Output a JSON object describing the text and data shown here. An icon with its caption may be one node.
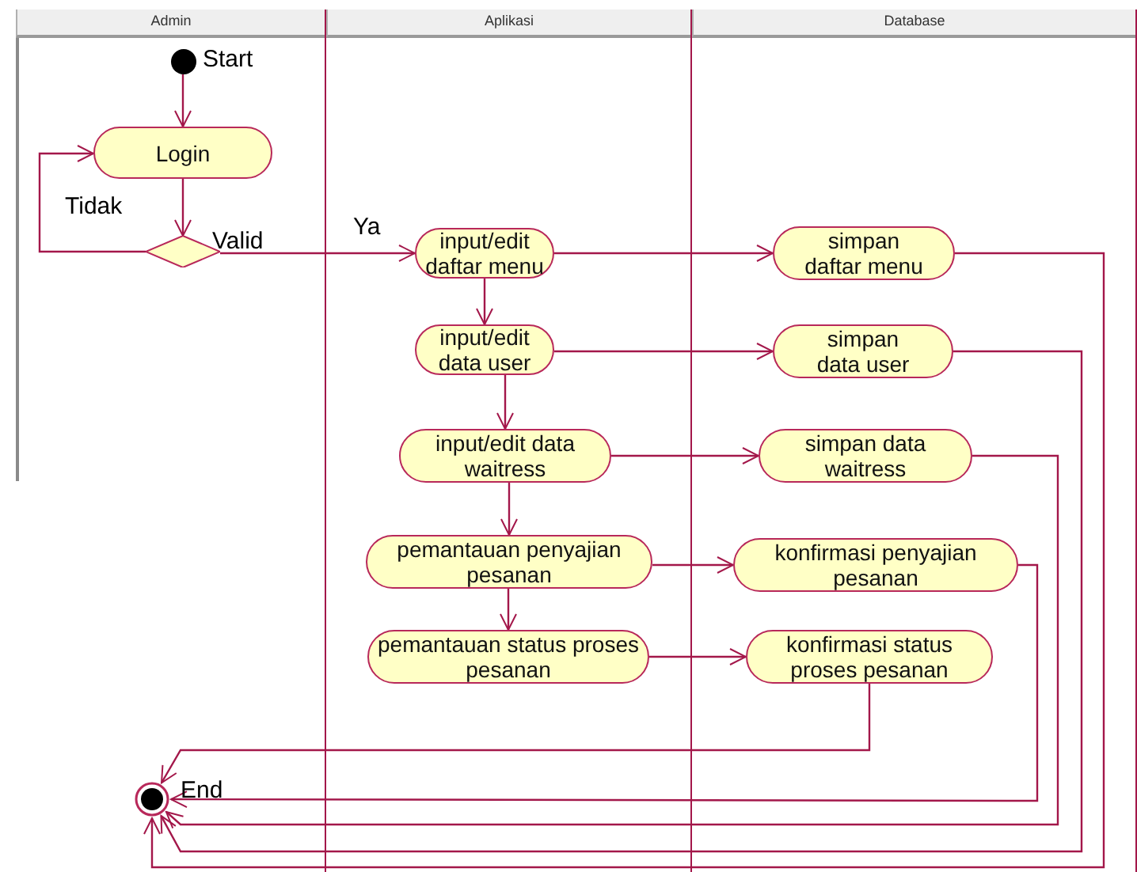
{
  "diagram": {
    "nodes": [
      {
        "text": [
          "Admin"
        ]
      },
      {
        "text": [
          "Aplikasi"
        ]
      },
      {
        "text": [
          "Database"
        ]
      },
      {
        "text": [],
        "shape": "circle",
        "beside": [
          "Start"
        ],
        "in": 0
      },
      {
        "text": [
          "Login"
        ],
        "in": 0
      },
      {
        "text": [],
        "shape": "diamond",
        "beside": [
          "Valid"
        ],
        "in": 0
      },
      {
        "text": [
          "input/edit daftar menu"
        ],
        "in": 1
      },
      {
        "text": [
          "input/edit data user"
        ],
        "in": 1
      },
      {
        "text": [
          "input/edit data waitress"
        ],
        "in": 1
      },
      {
        "text": [
          "pemantauan penyajian pesanan"
        ],
        "in": 1
      },
      {
        "text": [
          "pemantauan status proses pesanan"
        ],
        "in": 1
      },
      {
        "text": [
          "simpan daftar menu"
        ],
        "in": 2
      },
      {
        "text": [
          "simpan data user"
        ],
        "in": 2
      },
      {
        "text": [
          "simpan data waitress"
        ],
        "in": 2
      },
      {
        "text": [
          "konfirmasi penyajian pesanan"
        ],
        "in": 2
      },
      {
        "text": [
          "konfirmasi status proses pesanan"
        ],
        "in": 2
      },
      {
        "text": [],
        "shape": "circle",
        "beside": [
          "End"
        ],
        "in": 0
      }
    ],
    "edges": [
      {
        "from": 3,
        "to": 4,
        "arrow": "to"
      },
      {
        "from": 4,
        "to": 5,
        "arrow": "to"
      },
      {
        "from": 5,
        "to": 4,
        "arrow": "to",
        "label": "Tidak"
      },
      {
        "from": 5,
        "to": 6,
        "arrow": "to",
        "label": "Ya"
      },
      {
        "from": 6,
        "to": 7,
        "arrow": "to"
      },
      {
        "from": 7,
        "to": 8,
        "arrow": "to"
      },
      {
        "from": 8,
        "to": 9,
        "arrow": "to"
      },
      {
        "from": 9,
        "to": 10,
        "arrow": "to"
      },
      {
        "from": 6,
        "to": 11,
        "arrow": "to"
      },
      {
        "from": 7,
        "to": 12,
        "arrow": "to"
      },
      {
        "from": 8,
        "to": 13,
        "arrow": "to"
      },
      {
        "from": 9,
        "to": 14,
        "arrow": "to"
      },
      {
        "from": 10,
        "to": 15,
        "arrow": "to"
      },
      {
        "from": 15,
        "to": 16,
        "arrow": "to"
      },
      {
        "from": 14,
        "to": 16,
        "arrow": "to"
      },
      {
        "from": 13,
        "to": 16,
        "arrow": "to"
      },
      {
        "from": 12,
        "to": 16,
        "arrow": "to"
      },
      {
        "from": 11,
        "to": 16,
        "arrow": "to"
      }
    ]
  }
}
